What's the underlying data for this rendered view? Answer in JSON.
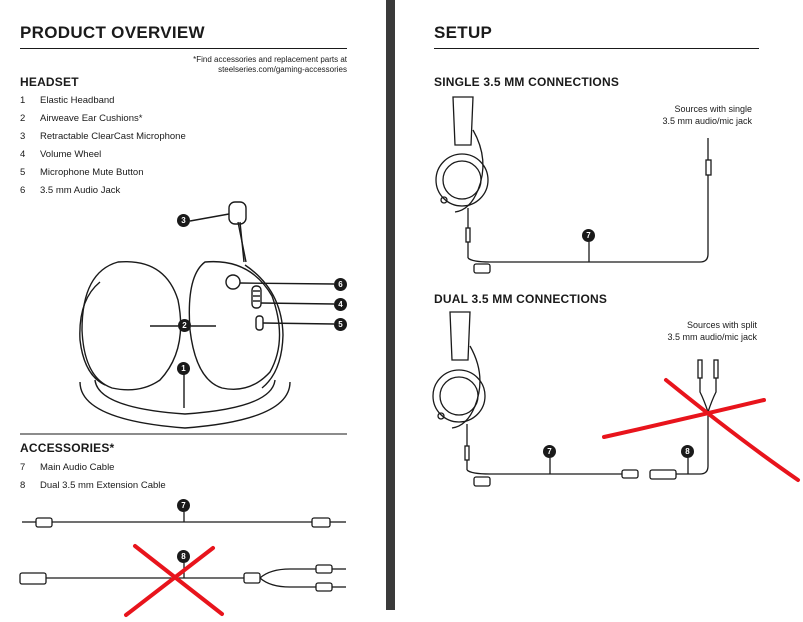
{
  "left": {
    "title": "PRODUCT OVERVIEW",
    "note_line1": "*Find accessories and replacement parts at",
    "note_line2": "steelseries.com/gaming-accessories",
    "headset_heading": "HEADSET",
    "headset_items": [
      {
        "num": "1",
        "label": "Elastic Headband"
      },
      {
        "num": "2",
        "label": "Airweave Ear Cushions*"
      },
      {
        "num": "3",
        "label": "Retractable ClearCast Microphone"
      },
      {
        "num": "4",
        "label": "Volume Wheel"
      },
      {
        "num": "5",
        "label": "Microphone Mute Button"
      },
      {
        "num": "6",
        "label": "3.5 mm Audio Jack"
      }
    ],
    "accessories_heading": "ACCESSORIES*",
    "accessory_items": [
      {
        "num": "7",
        "label": "Main Audio Cable"
      },
      {
        "num": "8",
        "label": "Dual 3.5 mm Extension Cable"
      }
    ],
    "callouts": [
      "1",
      "2",
      "3",
      "4",
      "5",
      "6",
      "7",
      "8"
    ]
  },
  "right": {
    "title": "SETUP",
    "single_heading": "SINGLE 3.5 MM CONNECTIONS",
    "single_label_line1": "Sources with single",
    "single_label_line2": "3.5 mm audio/mic jack",
    "dual_heading": "DUAL 3.5 MM CONNECTIONS",
    "dual_label_line1": "Sources with split",
    "dual_label_line2": "3.5 mm audio/mic jack",
    "callouts": [
      "7",
      "7",
      "8"
    ]
  },
  "colors": {
    "ink": "#1a1a1a",
    "divider": "#3a3a3a",
    "cross": "#e8141c"
  }
}
